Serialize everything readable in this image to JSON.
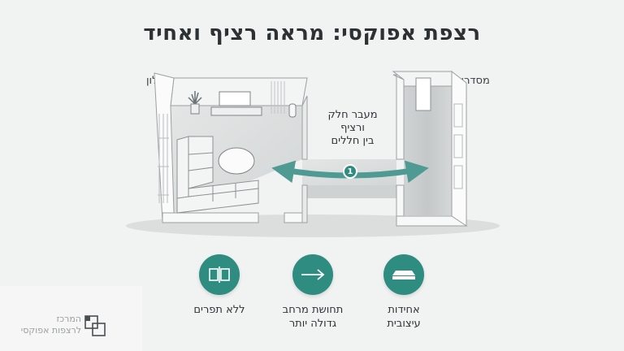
{
  "title": "רצפת אפוקסי: מראה רציף ואחיד",
  "rooms": {
    "living_room": "סלון",
    "hallway": "מסדרון"
  },
  "callout": {
    "lines": [
      "מעבר חלק",
      "ורציף",
      "בין חללים"
    ],
    "marker": "1"
  },
  "features": [
    {
      "icon": "no-seams-icon",
      "lines": [
        "ללא תפרים"
      ]
    },
    {
      "icon": "arrow-right-icon",
      "lines": [
        "תחושת מרחב",
        "גדולה יותר"
      ]
    },
    {
      "icon": "layer-icon",
      "lines": [
        "אחידות",
        "עיצובית"
      ]
    }
  ],
  "watermark": {
    "lines": [
      "המרכז",
      "לרצפות אפוקסי"
    ]
  },
  "colors": {
    "accent": "#2f8c80",
    "arrow": "#4f9a93",
    "background": "#f1f2f2"
  }
}
